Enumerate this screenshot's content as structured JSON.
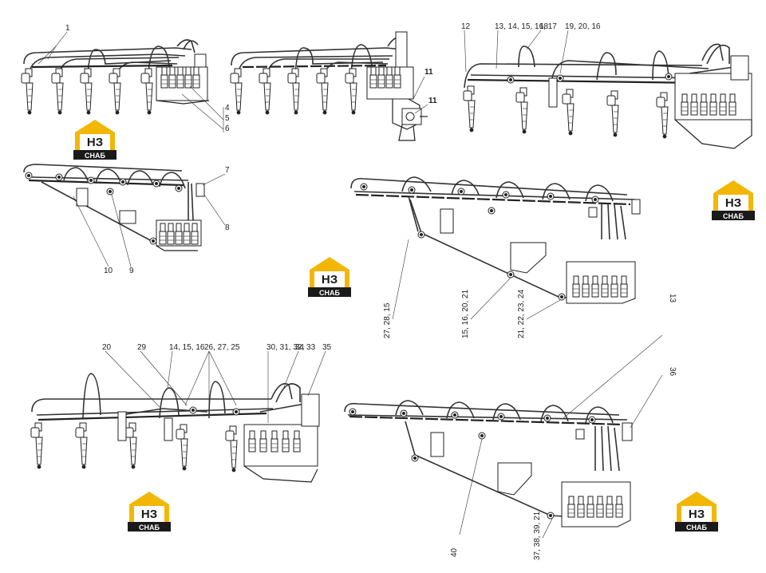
{
  "brand": {
    "logo_mark": "НЗ",
    "logo_word": "СНАБ",
    "colors": {
      "accent": "#f2b705",
      "dark": "#1a1a1a",
      "line": "#222222"
    }
  },
  "views": [
    {
      "id": "view-1",
      "callouts": [
        "1",
        "4",
        "5",
        "6"
      ]
    },
    {
      "id": "view-2",
      "callouts": [
        "11",
        "11"
      ]
    },
    {
      "id": "view-3",
      "callouts": [
        "12",
        "13, 14, 15, 16, 17",
        "18",
        "19, 20, 16"
      ]
    },
    {
      "id": "view-4",
      "callouts": [
        "7",
        "8",
        "10",
        "9"
      ]
    },
    {
      "id": "view-5",
      "callouts": [
        "27, 28, 15",
        "15, 16, 20, 21",
        "21, 22, 23, 24"
      ]
    },
    {
      "id": "view-6",
      "callouts": [
        "20",
        "29",
        "14, 15, 16",
        "26, 27, 25",
        "30, 31, 32, 33",
        "34",
        "35"
      ]
    },
    {
      "id": "view-7",
      "callouts": [
        "13",
        "36",
        "40",
        "37, 38, 39, 21"
      ]
    }
  ]
}
